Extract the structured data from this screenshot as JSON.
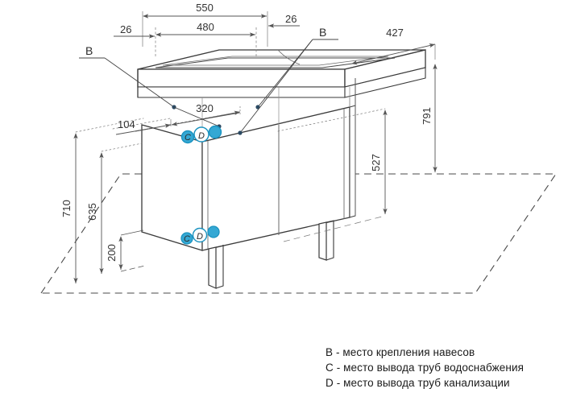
{
  "drawing": {
    "title": "Isometric dimensioned drawing of bathroom vanity cabinet with washbasin",
    "units": "mm",
    "line_color": "#3a3a3a",
    "dim_color": "#555555",
    "marker_color": "#1b93c0",
    "marker_fill": "#2fa9d4",
    "dash_color": "#4a4a4a"
  },
  "dimensions": {
    "width_total": "550",
    "width_inner": "480",
    "offset_left": "26",
    "offset_right": "26",
    "depth": "427",
    "height_total": "791",
    "height_left_outer": "710",
    "height_left_inner": "635",
    "height_right_inner": "527",
    "height_base": "200",
    "offset_pipe_h": "320",
    "offset_b_left": "104"
  },
  "callouts": {
    "b_left": "B",
    "b_right": "B",
    "marker_c_upper": "C",
    "marker_d_upper": "D",
    "marker_c_lower": "C",
    "marker_d_lower": "D"
  },
  "legend": {
    "lines": [
      "B - место крепления навесов",
      "C - место вывода труб водоснабжения",
      "D - место вывода труб канализации"
    ],
    "items": [
      {
        "key": "B",
        "text": "место крепления навесов"
      },
      {
        "key": "C",
        "text": "место вывода труб водоснабжения"
      },
      {
        "key": "D",
        "text": "место вывода труб канализации"
      }
    ]
  }
}
